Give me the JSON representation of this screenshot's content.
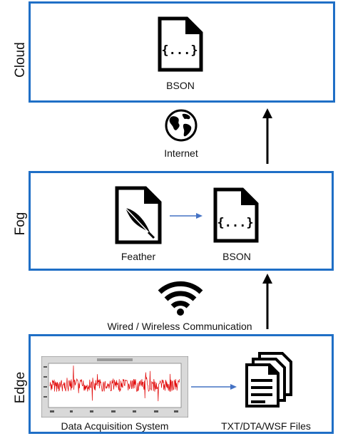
{
  "tiers": {
    "cloud": {
      "label": "Cloud",
      "file_caption": "BSON",
      "file_glyph": "{...}"
    },
    "fog": {
      "label": "Fog",
      "left_caption": "Feather",
      "right_caption": "BSON",
      "right_glyph": "{...}"
    },
    "edge": {
      "label": "Edge",
      "left_caption": "Data Acquisition System",
      "right_caption": "TXT/DTA/WSF Files"
    }
  },
  "links": {
    "internet_caption": "Internet",
    "wireless_caption": "Wired / Wireless Communication"
  },
  "icons": [
    "json-file-icon",
    "globe-icon",
    "feather-file-icon",
    "wifi-icon",
    "signal-chart-thumbnail",
    "stacked-files-icon",
    "arrow-up-icon",
    "arrow-right-icon"
  ],
  "colors": {
    "box_border": "#1f6fc6",
    "arrow_blue": "#4472c4",
    "signal_red": "#e00000",
    "icon_black": "#000000"
  }
}
